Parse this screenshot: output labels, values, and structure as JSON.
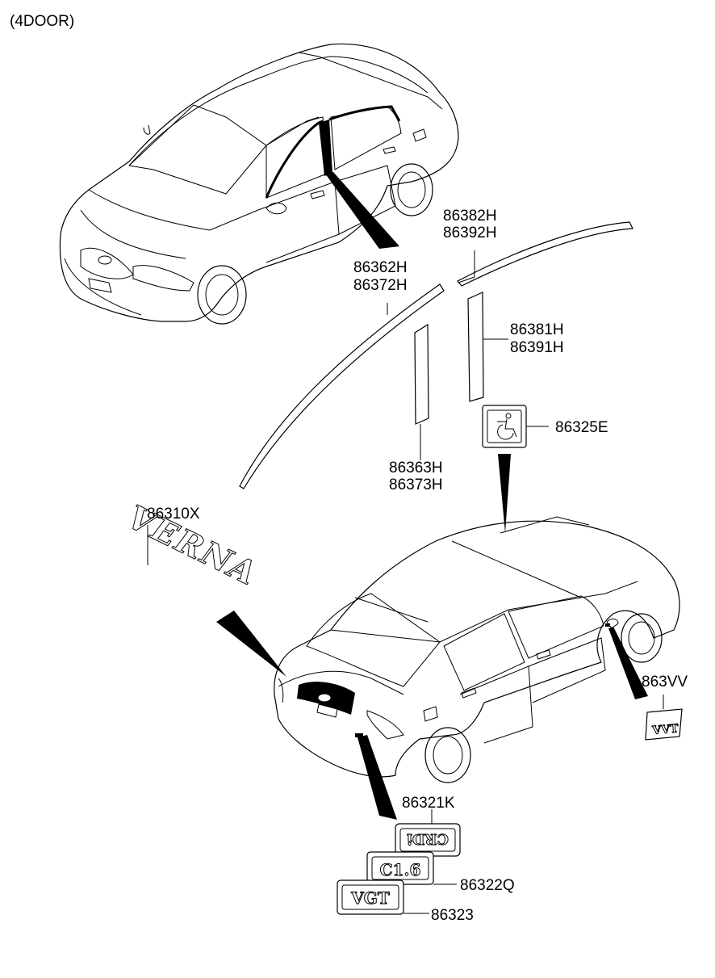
{
  "title": "(4DOOR)",
  "parts": {
    "roof_molding": [
      "86382H",
      "86392H"
    ],
    "front_door_molding": [
      "86362H",
      "86372H"
    ],
    "rear_door_pillar_tape": [
      "86381H",
      "86391H"
    ],
    "front_door_pillar_tape": [
      "86363H",
      "86373H"
    ],
    "handicap_emblem": "86325E",
    "name_emblem": "86310X",
    "vvt_emblem": "863VV",
    "crdi_emblem": "86321K",
    "cl6_emblem": "86322Q",
    "vgt_emblem": "86323"
  },
  "emblems": {
    "name": "VERNA",
    "vvt": "VVT",
    "crdi": "CRDi",
    "cl6": "C1.6",
    "vgt": "VGT"
  },
  "icons": {
    "handicap": "wheelchair-icon"
  }
}
